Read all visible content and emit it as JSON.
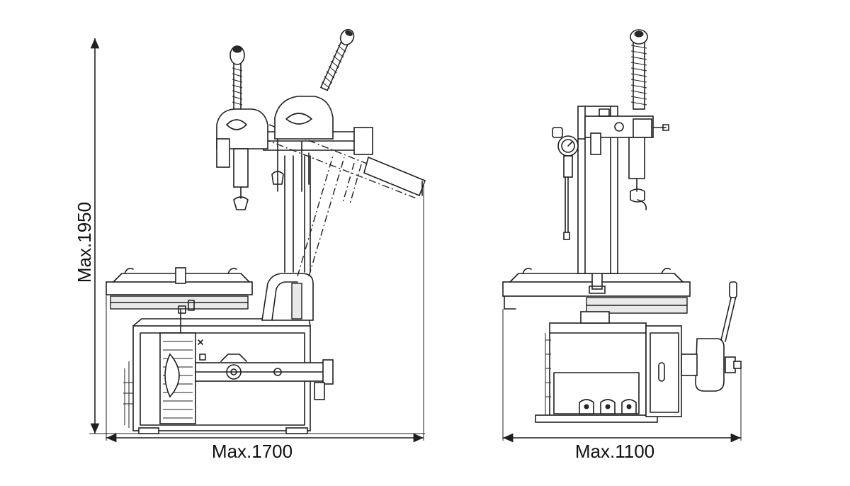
{
  "dimensions": {
    "height_label": "Max.1950",
    "width_label_side": "Max.1700",
    "width_label_front": "Max.1100"
  },
  "colors": {
    "line": "#1f1f1f",
    "background": "#ffffff"
  }
}
